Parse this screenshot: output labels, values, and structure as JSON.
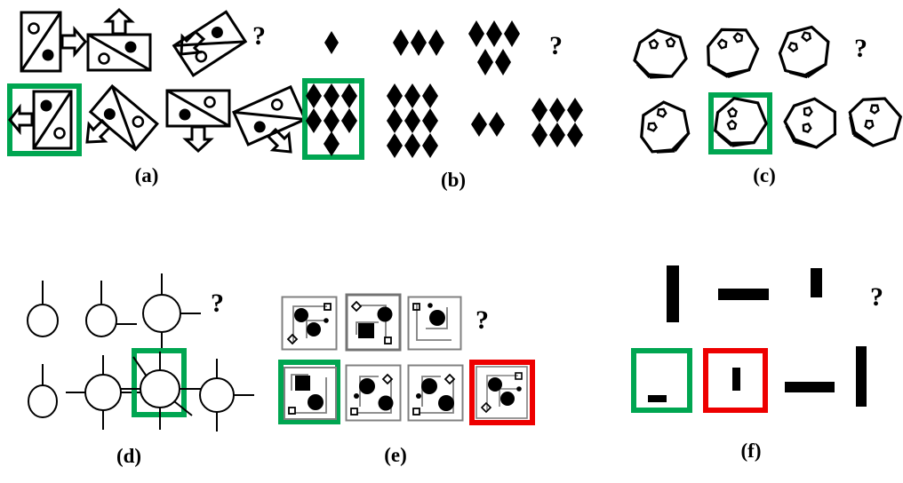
{
  "figure": {
    "title_visible": false,
    "background": "#ffffff",
    "highlight_green": "#00a651",
    "highlight_red": "#ee0000",
    "ink": "#000000",
    "frame_gray": "#808080"
  },
  "panels": [
    {
      "id": "a",
      "label": "(a)",
      "kind": "rectangle-with-dots-and-arrow sequence",
      "question_mark": "?",
      "row1": [
        {
          "name": "cell-a-r1-c1",
          "shape": "vertical-rectangle",
          "diagonal": "tl-br",
          "dots": [
            "hollow-top-left",
            "filled-bottom-right"
          ],
          "arrow": "right",
          "rotation_deg": 0
        },
        {
          "name": "cell-a-r1-c2",
          "shape": "horizontal-rectangle",
          "diagonal": "tl-br",
          "dots": [
            "filled-top-right",
            "hollow-bottom-left"
          ],
          "arrow": "up",
          "rotation_deg": 0
        },
        {
          "name": "cell-a-r1-c3",
          "shape": "rotated-rectangle",
          "diagonal": "tl-br",
          "dots": [
            "filled-top-right",
            "hollow-bottom-left"
          ],
          "arrow": "up-left",
          "rotation_deg": -35
        },
        {
          "name": "cell-a-r1-c4",
          "shape": "question",
          "arrow": "none"
        }
      ],
      "row2": [
        {
          "name": "cell-a-r2-c1",
          "shape": "vertical-rectangle",
          "diagonal": "tr-bl",
          "dots": [
            "filled-top-left",
            "hollow-bottom-right"
          ],
          "arrow": "left",
          "rotation_deg": 0,
          "highlight": "green"
        },
        {
          "name": "cell-a-r2-c2",
          "shape": "rotated-rectangle",
          "diagonal": "tr-bl",
          "dots": [
            "filled-top-left",
            "hollow-right"
          ],
          "arrow": "down-left",
          "rotation_deg": 40
        },
        {
          "name": "cell-a-r2-c3",
          "shape": "horizontal-rectangle",
          "diagonal": "tl-br",
          "dots": [
            "hollow-top-right",
            "filled-bottom-left"
          ],
          "arrow": "down",
          "rotation_deg": 0
        },
        {
          "name": "cell-a-r2-c4",
          "shape": "rotated-rectangle",
          "diagonal": "tl-br",
          "dots": [
            "hollow-top-right",
            "filled-bottom-left"
          ],
          "arrow": "down-right",
          "rotation_deg": -25
        }
      ]
    },
    {
      "id": "b",
      "label": "(b)",
      "kind": "diamond-count sequence",
      "question_mark": "?",
      "row1": [
        {
          "name": "cell-b-r1-c1",
          "count": 1,
          "rows": [
            1
          ]
        },
        {
          "name": "cell-b-r1-c2",
          "count": 3,
          "rows": [
            3
          ]
        },
        {
          "name": "cell-b-r1-c3",
          "count": 5,
          "rows": [
            3,
            2
          ]
        },
        {
          "name": "cell-b-r1-c4",
          "count": 0,
          "shape": "question"
        }
      ],
      "row2": [
        {
          "name": "cell-b-r2-c1",
          "count": 7,
          "rows": [
            3,
            3,
            1
          ],
          "highlight": "green"
        },
        {
          "name": "cell-b-r2-c2",
          "count": 9,
          "rows": [
            3,
            3,
            3
          ]
        },
        {
          "name": "cell-b-r2-c3",
          "count": 2,
          "rows": [
            2
          ]
        },
        {
          "name": "cell-b-r2-c4",
          "count": 6,
          "rows": [
            3,
            3
          ]
        }
      ]
    },
    {
      "id": "c",
      "label": "(c)",
      "kind": "hexagon-with-pentagons sequence",
      "question_mark": "?",
      "row1": [
        {
          "name": "cell-c-r1-c1",
          "rotation_deg": 0,
          "pentagons": 2,
          "double_edge": "bottom-left"
        },
        {
          "name": "cell-c-r1-c2",
          "rotation_deg": -18,
          "pentagons": 2,
          "double_edge": "bottom-left"
        },
        {
          "name": "cell-c-r1-c3",
          "rotation_deg": -32,
          "pentagons": 2,
          "double_edge": "bottom-left"
        },
        {
          "name": "cell-c-r1-c4",
          "shape": "question"
        }
      ],
      "row2": [
        {
          "name": "cell-c-r2-c1",
          "rotation_deg": -50,
          "pentagons": 2,
          "double_edge": "bottom-left"
        },
        {
          "name": "cell-c-r2-c2",
          "rotation_deg": -8,
          "pentagons": 2,
          "double_edge": "bottom",
          "highlight": "green"
        },
        {
          "name": "cell-c-r2-c3",
          "rotation_deg": 14,
          "pentagons": 2,
          "double_edge": "right"
        },
        {
          "name": "cell-c-r2-c4",
          "rotation_deg": 30,
          "pentagons": 2,
          "double_edge": "bottom-right"
        }
      ]
    },
    {
      "id": "d",
      "label": "(d)",
      "kind": "circle-with-spokes sequence",
      "question_mark": "?",
      "row1": [
        {
          "name": "cell-d-r1-c1",
          "radius": 17,
          "spokes": 1,
          "angles_deg": [
            90
          ]
        },
        {
          "name": "cell-d-r1-c2",
          "radius": 18,
          "spokes": 2,
          "angles_deg": [
            90,
            0
          ]
        },
        {
          "name": "cell-d-r1-c3",
          "radius": 21,
          "spokes": 3,
          "angles_deg": [
            90,
            0,
            270
          ]
        },
        {
          "name": "cell-d-r1-c4",
          "shape": "question"
        }
      ],
      "row2": [
        {
          "name": "cell-d-r2-c1",
          "radius": 16,
          "spokes": 1,
          "angles_deg": [
            90
          ]
        },
        {
          "name": "cell-d-r2-c2",
          "radius": 20,
          "spokes": 4,
          "angles_deg": [
            90,
            0,
            270,
            180
          ]
        },
        {
          "name": "cell-d-r2-c3",
          "radius": 22,
          "spokes": 6,
          "angles_deg": [
            90,
            0,
            270,
            180,
            125,
            315
          ],
          "highlight": "green"
        },
        {
          "name": "cell-d-r2-c4",
          "radius": 19,
          "spokes": 3,
          "angles_deg": [
            90,
            0,
            270
          ]
        }
      ]
    },
    {
      "id": "e",
      "label": "(e)",
      "kind": "framed-scene sequence",
      "question_mark": "?",
      "row1": [
        {
          "name": "cell-e-r1-c1",
          "frame": "gray",
          "elements": [
            "big-circle-top-left",
            "big-circle-center",
            "tiny-dot-right",
            "small-square-top-right",
            "diamond-bottom-left",
            "inner-lines"
          ]
        },
        {
          "name": "cell-e-r1-c2",
          "frame": "gray-thick",
          "elements": [
            "diamond-top-left",
            "hatched-circle-top-right",
            "filled-square-bottom-left",
            "small-square-bottom-right",
            "inner-lines"
          ]
        },
        {
          "name": "cell-e-r1-c3",
          "frame": "gray",
          "elements": [
            "small-square-top-left",
            "tiny-dot-top",
            "big-circle-center",
            "inner-lines"
          ]
        },
        {
          "name": "cell-e-r1-c4",
          "shape": "question"
        }
      ],
      "row2": [
        {
          "name": "cell-e-r2-c1",
          "frame": "gray",
          "elements": [
            "filled-square-top-left",
            "big-circle-bottom-right",
            "small-square-bottom-left",
            "inner-lines"
          ],
          "highlight": "green"
        },
        {
          "name": "cell-e-r2-c2",
          "frame": "gray",
          "elements": [
            "big-circle-top-left",
            "tiny-dot-left",
            "diamond-top-right",
            "hatched-circle-bottom-right",
            "small-square-bottom-left",
            "inner-lines"
          ]
        },
        {
          "name": "cell-e-r2-c3",
          "frame": "gray",
          "elements": [
            "big-circle-top-left",
            "tiny-dot-left",
            "diamond-top-right",
            "big-circle-bottom-right",
            "small-square-bottom-left",
            "inner-lines"
          ]
        },
        {
          "name": "cell-e-r2-c4",
          "frame": "gray",
          "elements": [
            "big-circle-top-left",
            "small-square-top-right",
            "tiny-dot-right",
            "big-circle-center",
            "diamond-bottom-left",
            "inner-lines"
          ],
          "highlight": "red"
        }
      ]
    },
    {
      "id": "f",
      "label": "(f)",
      "kind": "bar-orientation sequence",
      "question_mark": "?",
      "row1": [
        {
          "name": "cell-f-r1-c1",
          "orientation": "vertical",
          "width": 14,
          "height": 64
        },
        {
          "name": "cell-f-r1-c2",
          "orientation": "horizontal",
          "width": 57,
          "height": 13
        },
        {
          "name": "cell-f-r1-c3",
          "orientation": "vertical",
          "width": 13,
          "height": 33
        },
        {
          "name": "cell-f-r1-c4",
          "shape": "question"
        }
      ],
      "row2": [
        {
          "name": "cell-f-r2-c1",
          "orientation": "horizontal",
          "width": 21,
          "height": 8,
          "highlight": "green"
        },
        {
          "name": "cell-f-r2-c2",
          "orientation": "vertical",
          "width": 9,
          "height": 26,
          "highlight": "red"
        },
        {
          "name": "cell-f-r2-c3",
          "orientation": "horizontal",
          "width": 56,
          "height": 12
        },
        {
          "name": "cell-f-r2-c4",
          "orientation": "vertical",
          "width": 12,
          "height": 68
        }
      ]
    }
  ]
}
